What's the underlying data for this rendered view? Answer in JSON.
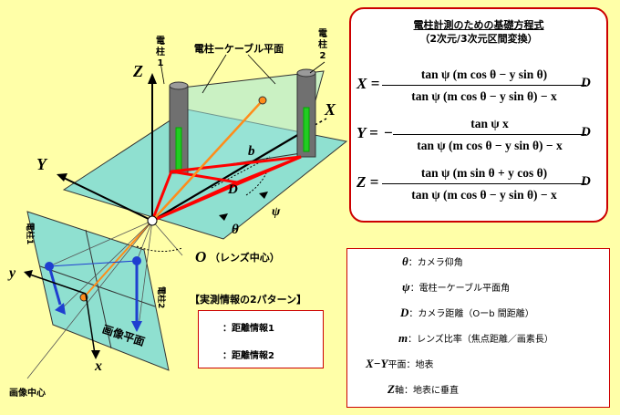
{
  "diagram": {
    "pole1_label": [
      "電",
      "柱",
      "1"
    ],
    "pole2_label": [
      "電",
      "柱",
      "2"
    ],
    "cable_plane_label": "電柱ーケーブル平面",
    "axis_Z": "Z",
    "axis_X": "X",
    "axis_Y": "Y",
    "label_b": "b",
    "label_D": "D",
    "label_psi": "ψ",
    "label_theta": "θ",
    "label_O": "O",
    "lens_center_label": "（レンズ中心）",
    "image_plane_label": "画像平面",
    "image_center_label": "画像中心",
    "image_pole1_label": "電柱1",
    "image_pole2_label": "電柱2",
    "axis_y": "y",
    "axis_x": "x"
  },
  "formula": {
    "title_line1": "電柱計測のための基礎方程式",
    "title_line2": "（2次元/3次元区間変換）",
    "x_lhs": "X =",
    "x_num": "tan ψ (m cos θ − y sin θ)",
    "x_den": "tan ψ (m cos θ − y sin θ) − x",
    "x_rhs": "D",
    "y_lhs": "Y =",
    "y_neg": "−",
    "y_num": "tan ψ x",
    "y_den": "tan ψ (m cos θ − y sin θ) − x",
    "y_rhs": "D",
    "z_lhs": "Z =",
    "z_num": "tan ψ (m sin θ + y cos θ)",
    "z_den": "tan ψ (m cos θ − y sin θ) − x",
    "z_rhs": "D"
  },
  "legend": {
    "theta_sym": "θ",
    "theta_text": "：カメラ仰角",
    "psi_sym": "ψ",
    "psi_text": "：電柱ーケーブル平面角",
    "d_sym": "D",
    "d_text": "：カメラ距離（Oーb 間距離）",
    "m_sym": "m",
    "m_text": "：レンズ比率（焦点距離／画素長）",
    "xy_sym": "X−Y",
    "xy_text": "平面：地表",
    "z_sym": "Z",
    "z_text": "軸：地表に垂直"
  },
  "patterns": {
    "title": "【実測情報の2パターン】",
    "item1": "：距離情報1",
    "item2": "：距離情報2"
  },
  "colors": {
    "background": "#ffffa8",
    "plane": "#8fe0d0",
    "red": "#ff0000",
    "orange": "#ff8c1a",
    "blue": "#1f3fd0",
    "green": "#22cc22",
    "pole_gray": "#707070"
  }
}
